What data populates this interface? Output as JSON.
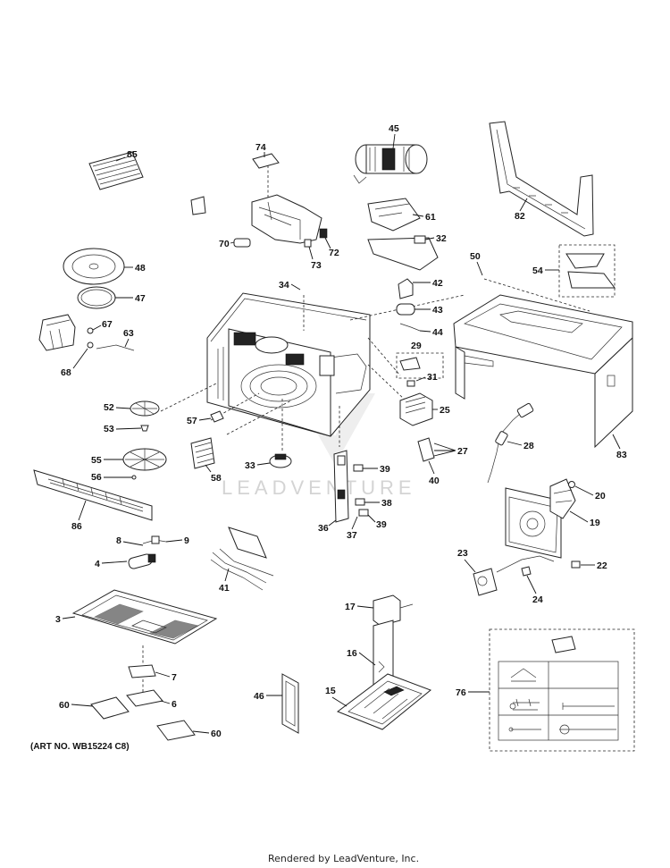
{
  "diagram": {
    "art_number": "(ART NO. WB15224 C8)",
    "watermark": "LEADVENTURE",
    "footer": "Rendered by LeadVenture, Inc.",
    "callouts": [
      "85",
      "74",
      "45",
      "82",
      "48",
      "47",
      "70",
      "72",
      "73",
      "61",
      "32",
      "50",
      "54",
      "67",
      "63",
      "68",
      "34",
      "42",
      "43",
      "44",
      "29",
      "31",
      "25",
      "52",
      "53",
      "57",
      "55",
      "56",
      "58",
      "33",
      "39",
      "40",
      "27",
      "28",
      "83",
      "86",
      "38",
      "37",
      "36",
      "20",
      "19",
      "8",
      "9",
      "4",
      "41",
      "23",
      "22",
      "24",
      "3",
      "17",
      "16",
      "7",
      "6",
      "60",
      "46",
      "15",
      "76"
    ]
  }
}
